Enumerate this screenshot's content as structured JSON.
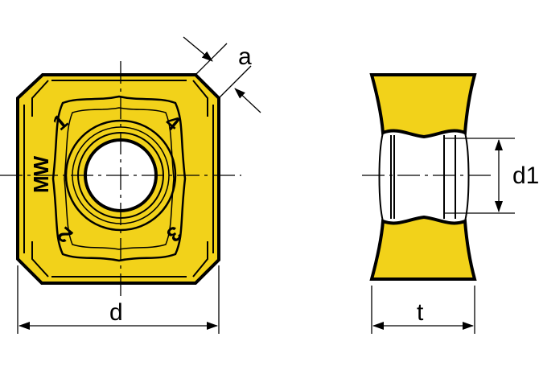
{
  "colors": {
    "insert_fill": "#f2d21a",
    "outline": "#000000",
    "background": "#ffffff",
    "hole": "#ffffff"
  },
  "labels": {
    "a": "a",
    "d": "d",
    "d1": "d1",
    "t": "t"
  },
  "edge_numbers": [
    "1",
    "2",
    "3",
    "4"
  ],
  "brand_mark": "MW"
}
